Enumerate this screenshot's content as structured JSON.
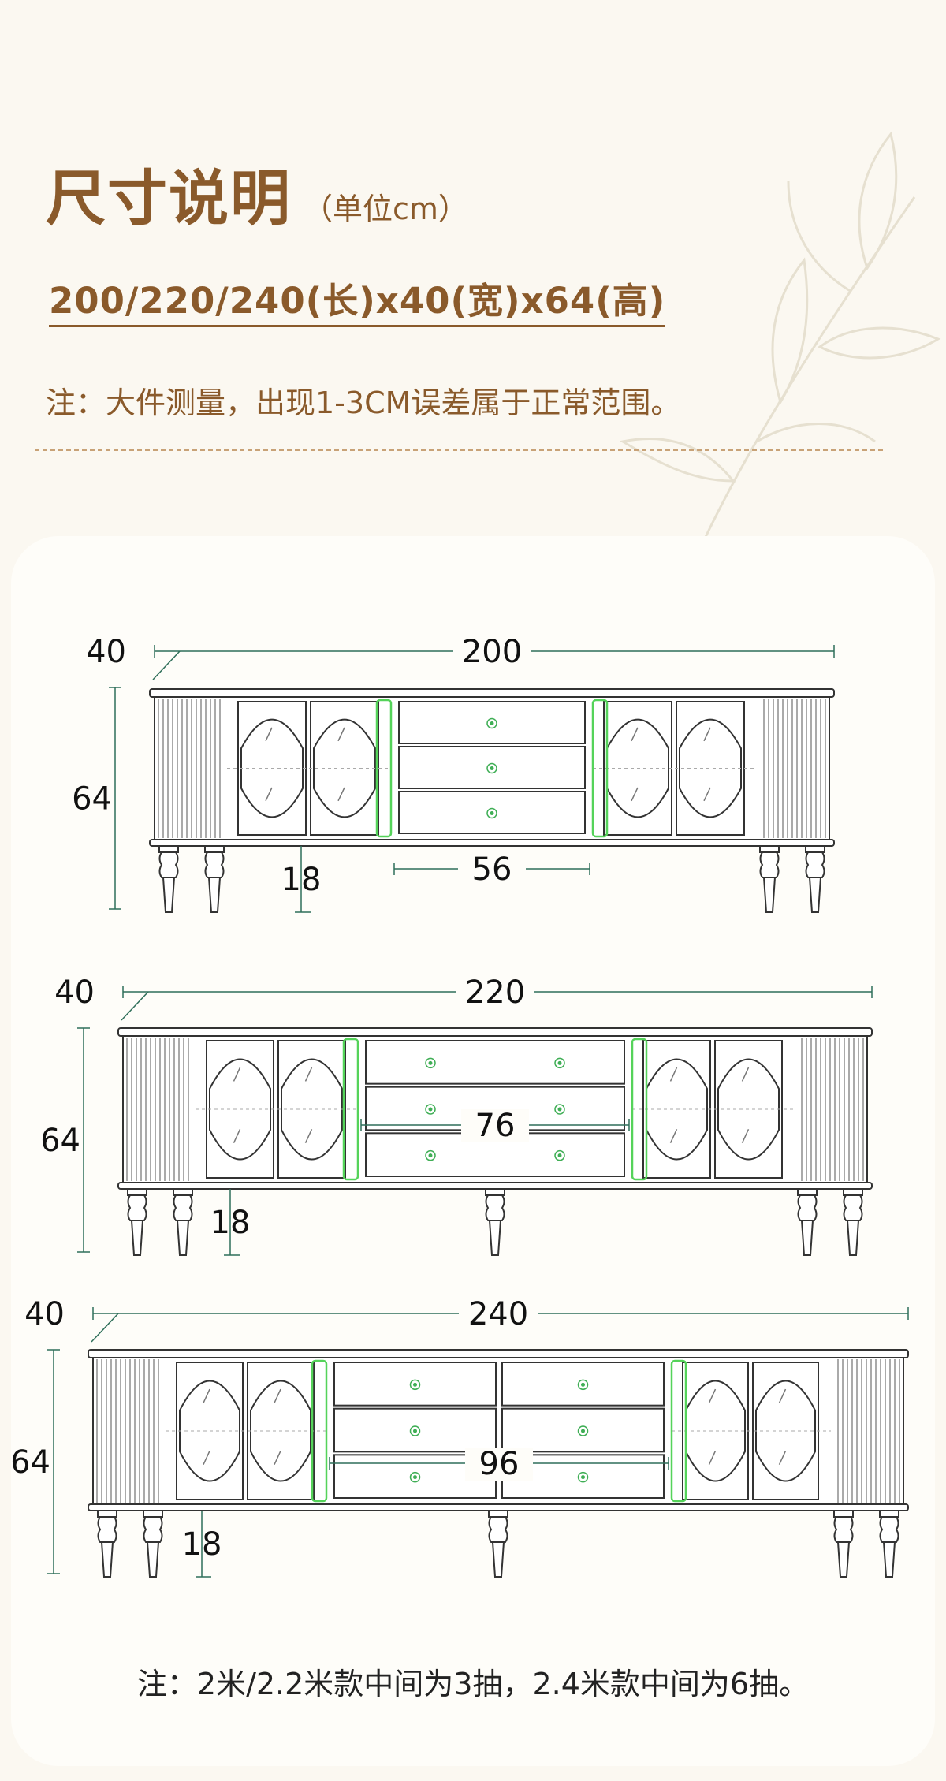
{
  "header": {
    "title": "尺寸说明",
    "unit": "（单位cm）",
    "sizes": "200/220/240(长)x40(宽)x64(高)",
    "note": "注：大件测量，出现1-3CM误差属于正常范围。"
  },
  "cabinets": [
    {
      "length": "200",
      "depth": "40",
      "height": "64",
      "leg": "18",
      "middle": "56",
      "middle_cols": 1
    },
    {
      "length": "220",
      "depth": "40",
      "height": "64",
      "leg": "18",
      "middle": "76",
      "middle_cols": 1
    },
    {
      "length": "240",
      "depth": "40",
      "height": "64",
      "leg": "18",
      "middle": "96",
      "middle_cols": 2
    }
  ],
  "footer": {
    "note": "注：2米/2.2米款中间为3抽，2.4米款中间为6抽。"
  },
  "colors": {
    "accent": "#8a5a2b",
    "line": "#333333",
    "dim": "#2f6f5a",
    "glow": "#55d35a"
  }
}
